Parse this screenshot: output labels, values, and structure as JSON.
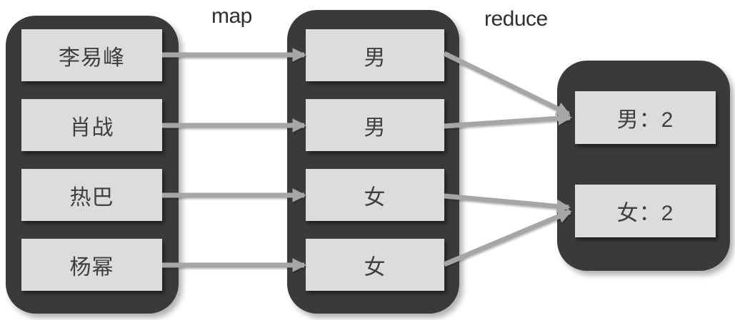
{
  "diagram": {
    "type": "map-reduce-flow",
    "stage_labels": {
      "map": "map",
      "reduce": "reduce"
    },
    "input_items": [
      "李易峰",
      "肖战",
      "热巴",
      "杨幂"
    ],
    "mapped_items": [
      "男",
      "男",
      "女",
      "女"
    ],
    "reduced_items": [
      "男：2",
      "女：2"
    ],
    "edges": {
      "map": [
        {
          "from": "input-0",
          "to": "mapped-0"
        },
        {
          "from": "input-1",
          "to": "mapped-1"
        },
        {
          "from": "input-2",
          "to": "mapped-2"
        },
        {
          "from": "input-3",
          "to": "mapped-3"
        }
      ],
      "reduce": [
        {
          "from": "mapped-0",
          "to": "reduced-0"
        },
        {
          "from": "mapped-1",
          "to": "reduced-0"
        },
        {
          "from": "mapped-2",
          "to": "reduced-1"
        },
        {
          "from": "mapped-3",
          "to": "reduced-1"
        }
      ]
    },
    "colors": {
      "background": "#ffffff",
      "group_fill": "#3a3a3a",
      "node_fill": "#dcdcdc",
      "node_text": "#3f3f3f",
      "arrow": "#a6a6a6",
      "label_text": "#2f2f2f"
    }
  }
}
